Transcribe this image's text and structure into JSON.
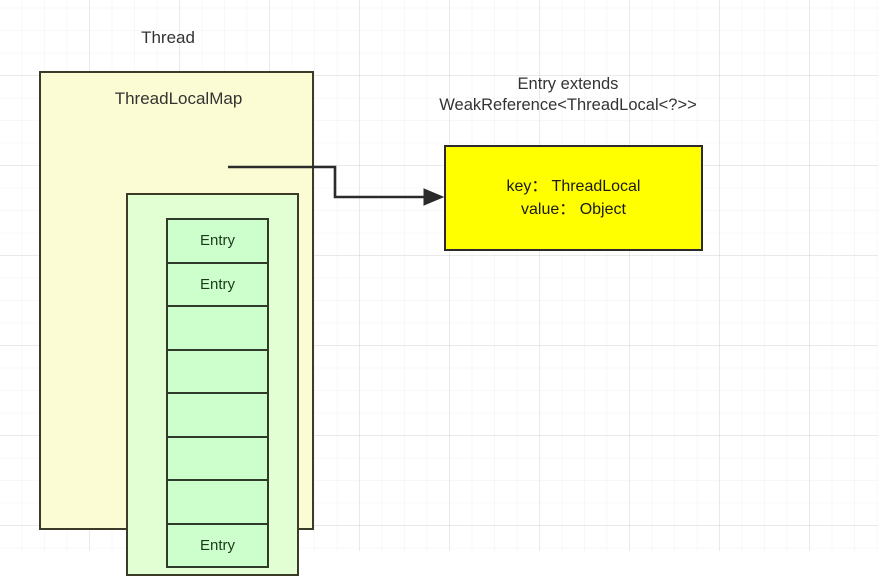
{
  "diagram": {
    "thread_label": "Thread",
    "threadlocalmap_label": "ThreadLocalMap",
    "entry_class_caption": {
      "line1": "Entry extends",
      "line2": "WeakReference<ThreadLocal<?>>"
    },
    "entry_table": {
      "cells": [
        {
          "label": "Entry"
        },
        {
          "label": "Entry"
        },
        {
          "label": ""
        },
        {
          "label": ""
        },
        {
          "label": ""
        },
        {
          "label": ""
        },
        {
          "label": ""
        },
        {
          "label": "Entry"
        }
      ]
    },
    "entry_detail": {
      "key_line": "key： ThreadLocal",
      "value_line": "value： Object"
    },
    "colors": {
      "thread_box_fill": "#fcfcd4",
      "threadlocalmap_box_fill": "#e1ffd3",
      "entry_cell_fill": "#ccffcc",
      "entry_detail_fill": "#ffff00",
      "stroke": "#3b3b28",
      "text": "#333333",
      "grid_line": "#eeeeee"
    }
  }
}
